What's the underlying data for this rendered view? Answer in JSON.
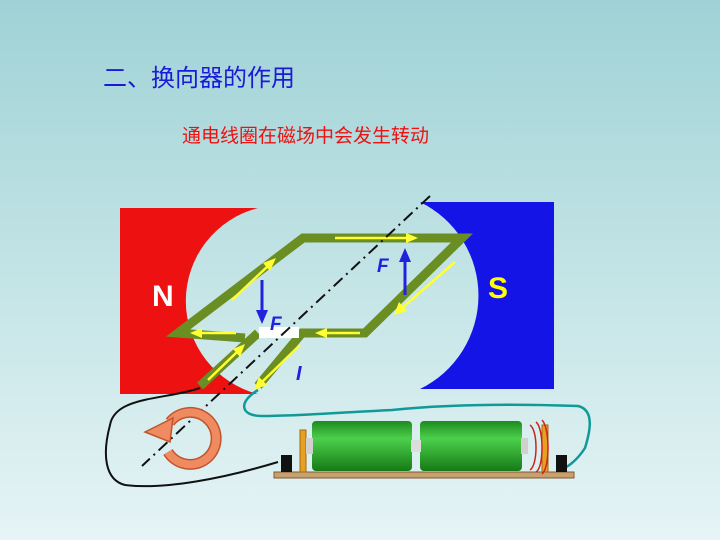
{
  "title": "二、换向器的作用",
  "subtitle": "通电线圈在磁场中会发生转动",
  "labels": {
    "north": "N",
    "south": "S",
    "force_top": "F",
    "force_bottom": "F",
    "current": "I"
  },
  "colors": {
    "title": "#1a1ad8",
    "subtitle": "#ee1111",
    "north_pole": "#ee1111",
    "south_pole": "#1414e6",
    "coil": "#6b8e23",
    "current_arrow": "#ffff33",
    "force_arrow": "#2222dd",
    "battery": "#22aa22",
    "rotation_arrow": "#f08a60",
    "wire_right": "#119999",
    "wire_left": "#111111"
  },
  "icons": {
    "rotation": "curved-rotation-arrow-icon"
  }
}
